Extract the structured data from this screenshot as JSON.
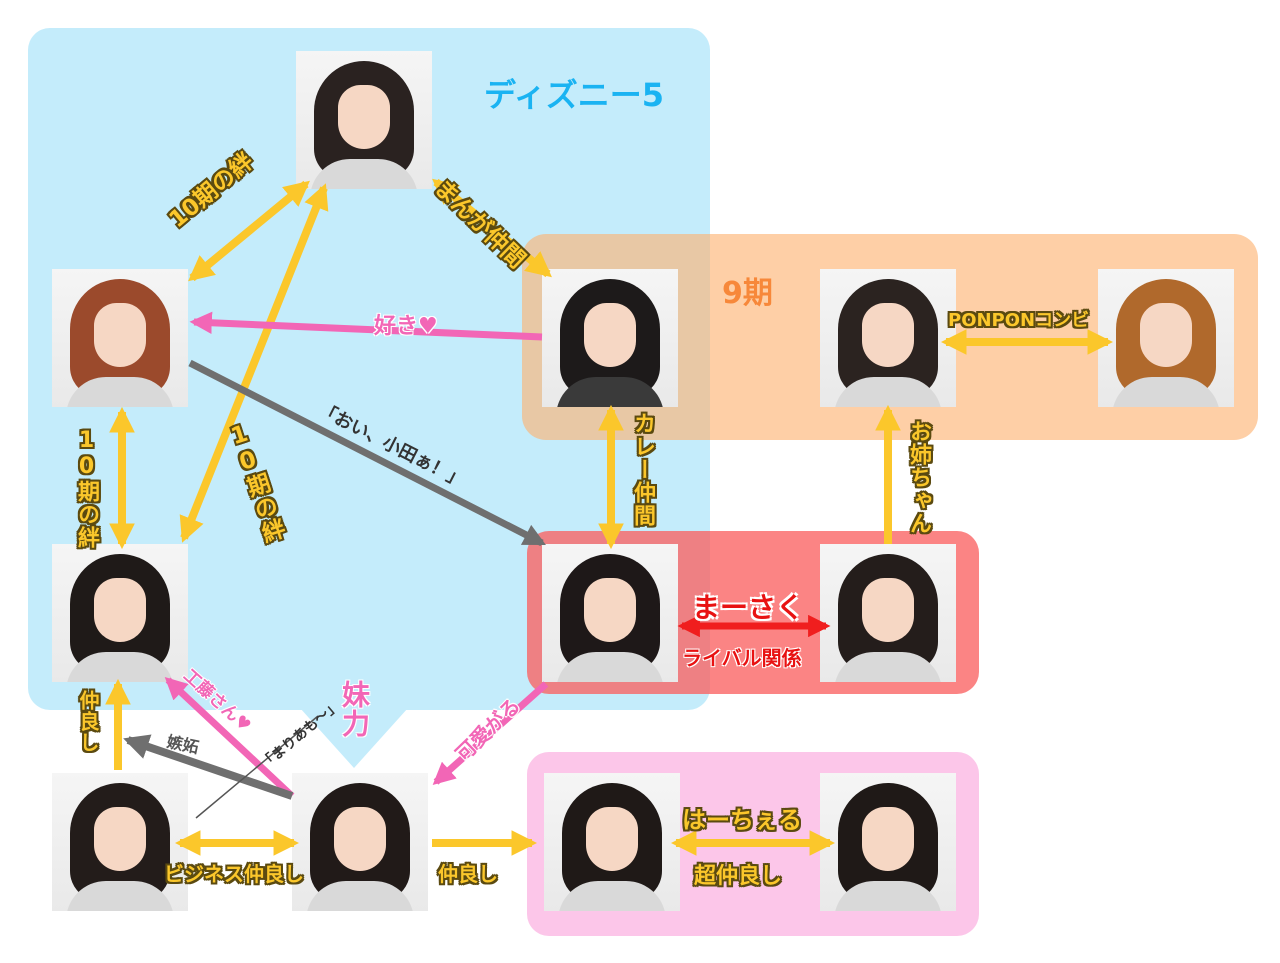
{
  "groups": {
    "disney5": "ディズニー5",
    "ki9": "9期"
  },
  "links": {
    "kizuna_a": "10期の絆",
    "kizuna_b": "10期の絆",
    "kizuna_c": "10期の絆",
    "manga": "まんが仲間",
    "suki": "好き♥",
    "oi": "「おい、小田ぁ！」",
    "curry": "カレー仲間",
    "ponpon": "PONPONコンビ",
    "oneechan": "お姉ちゃん",
    "masaku": "まーさく",
    "rival": "ライバル関係",
    "nakayoshi_a": "仲良し",
    "kudo": "工藤さん♥",
    "shitto": "嫉妬",
    "mariamo": "「まりあも～」",
    "imouto": "妹力",
    "kawaigaru": "可愛がる",
    "business": "ビジネス仲良し",
    "nakayoshi_b": "仲良し",
    "haachel": "はーちぇる",
    "chou": "超仲良し"
  },
  "colors": {
    "yellow": "#fbc72b",
    "pink": "#f266b6",
    "red": "#f01e1e",
    "gray": "#6f6f6f",
    "title_blue": "#1ab3f2",
    "title_orange": "#f7883a"
  }
}
